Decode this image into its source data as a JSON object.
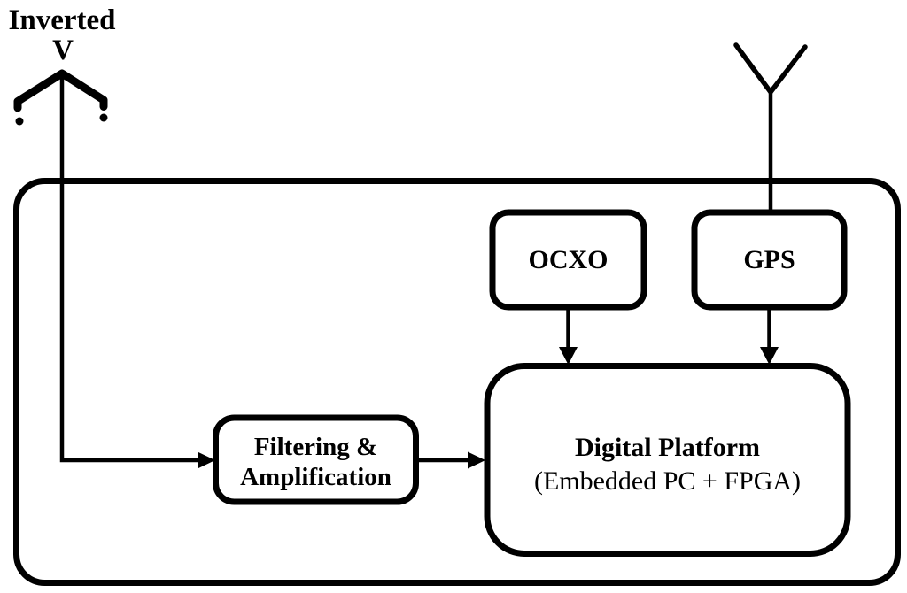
{
  "figure": {
    "type": "block-diagram",
    "antenna_label": {
      "line1": "Inverted",
      "line2": "V"
    },
    "boxes": {
      "ocxo": {
        "label": "OCXO"
      },
      "gps": {
        "label": "GPS"
      },
      "filtering": {
        "line1": "Filtering &",
        "line2": "Amplification"
      },
      "digital_platform": {
        "line1": "Digital Platform",
        "line2": "(Embedded PC + FPGA)"
      }
    },
    "icons": [
      "inverted-v-antenna-icon",
      "gps-antenna-icon"
    ],
    "connections": [
      "inverted-v-antenna -> filtering",
      "filtering -> digital_platform",
      "ocxo -> digital_platform",
      "gps-antenna -> gps",
      "gps -> digital_platform"
    ],
    "colors": {
      "ink": "#000000",
      "background": "#ffffff"
    }
  }
}
